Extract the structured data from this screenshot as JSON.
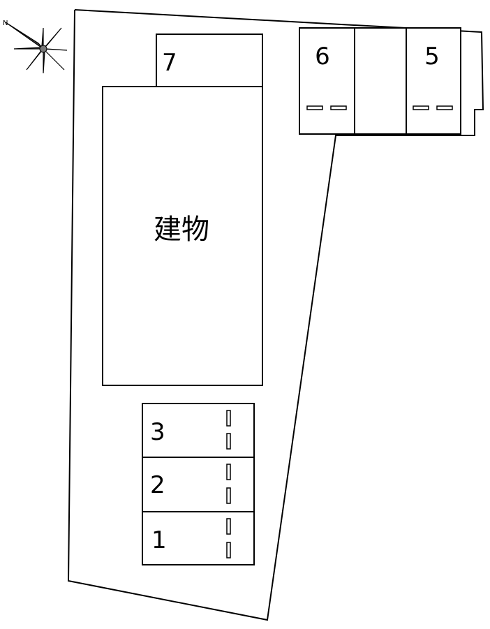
{
  "compass": {
    "icon": "north-arrow-compass-icon",
    "direction_label": "N"
  },
  "building": {
    "label": "建物"
  },
  "parking_spaces": [
    {
      "id": "7",
      "label": "7"
    },
    {
      "id": "6",
      "label": "6"
    },
    {
      "id": "5",
      "label": "5"
    },
    {
      "id": "3",
      "label": "3"
    },
    {
      "id": "2",
      "label": "2"
    },
    {
      "id": "1",
      "label": "1"
    }
  ],
  "colors": {
    "line": "#000000",
    "background": "#ffffff"
  }
}
